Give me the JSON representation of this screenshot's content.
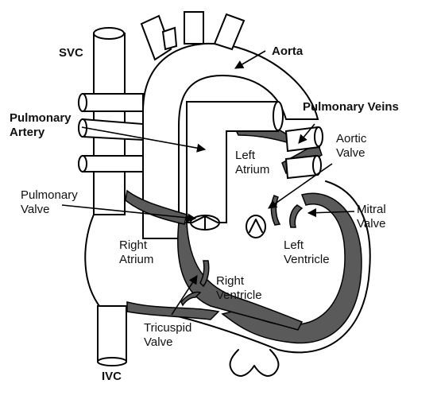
{
  "diagram": {
    "labels": {
      "svc": "SVC",
      "aorta": "Aorta",
      "pulmonary_artery": "Pulmonary\nArtery",
      "pulmonary_veins": "Pulmonary Veins",
      "aortic_valve": "Aortic\nValve",
      "left_atrium": "Left\nAtrium",
      "pulmonary_valve": "Pulmonary\nValve",
      "mitral_valve": "Mitral\nValve",
      "right_atrium": "Right\nAtrium",
      "left_ventricle": "Left\nVentricle",
      "right_ventricle": "Right\nVentricle",
      "tricuspid_valve": "Tricuspid\nValve",
      "ivc": "IVC"
    },
    "colors": {
      "ink": "#000000",
      "wall": "#5a5a5a",
      "background": "#ffffff",
      "spellcheck_underline": "#c0392b"
    }
  }
}
